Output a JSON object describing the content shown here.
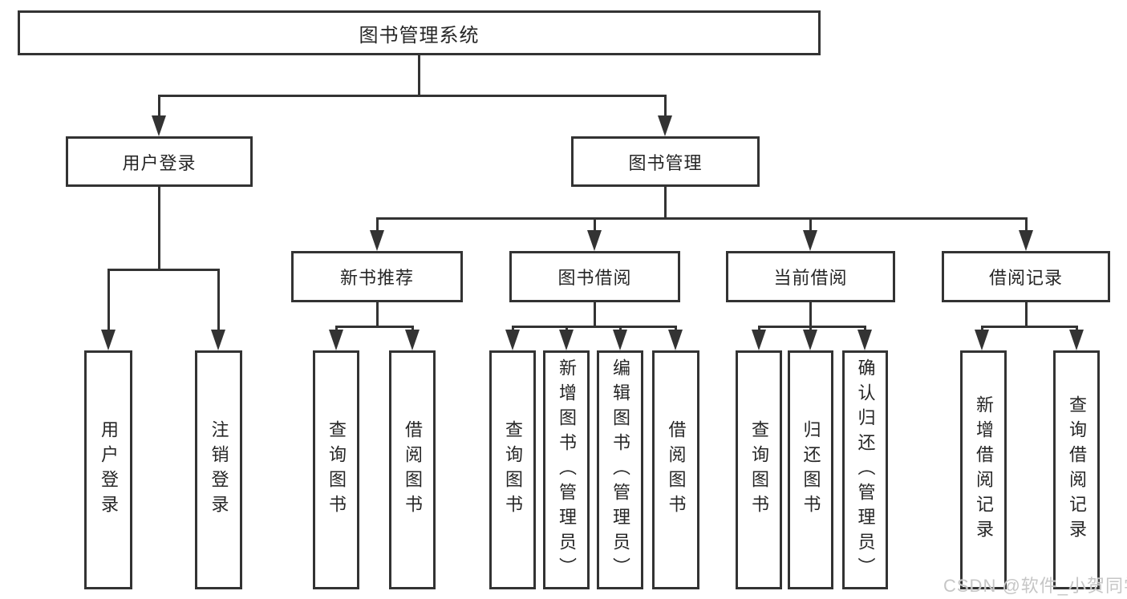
{
  "tree": {
    "root": {
      "label": "图书管理系统"
    },
    "branches": [
      {
        "label": "用户登录",
        "children": [
          {
            "label": "用户登录"
          },
          {
            "label": "注销登录"
          }
        ]
      },
      {
        "label": "图书管理",
        "children": [
          {
            "label": "新书推荐",
            "children": [
              {
                "label": "查询图书"
              },
              {
                "label": "借阅图书"
              }
            ]
          },
          {
            "label": "图书借阅",
            "children": [
              {
                "label": "查询图书"
              },
              {
                "label": "新增图书（管理员）"
              },
              {
                "label": "编辑图书（管理员）"
              },
              {
                "label": "借阅图书"
              }
            ]
          },
          {
            "label": "当前借阅",
            "children": [
              {
                "label": "查询图书"
              },
              {
                "label": "归还图书"
              },
              {
                "label": "确认归还（管理员）"
              }
            ]
          },
          {
            "label": "借阅记录",
            "children": [
              {
                "label": "新增借阅记录"
              },
              {
                "label": "查询借阅记录"
              }
            ]
          }
        ]
      }
    ]
  },
  "watermark": {
    "text": "CSDN @软件_小贺同学"
  },
  "colors": {
    "line": "#333333",
    "text": "#262626",
    "watermark": "#c6c6c6",
    "background": "#ffffff"
  }
}
